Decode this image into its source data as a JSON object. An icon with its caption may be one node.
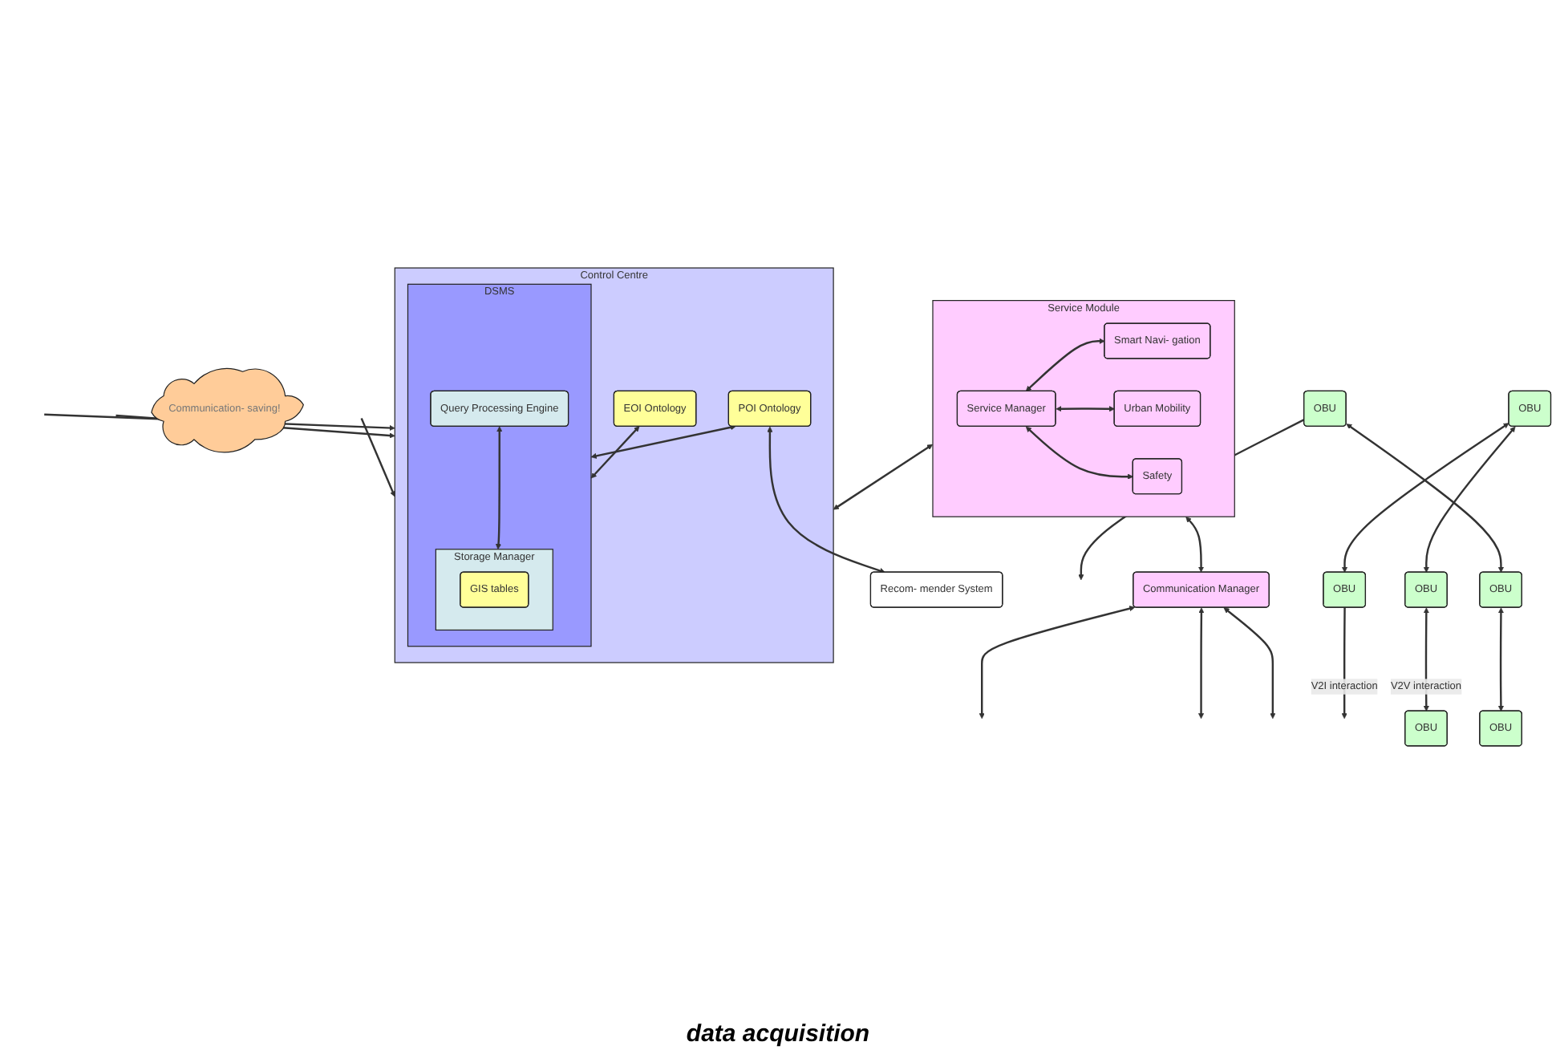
{
  "diagram": {
    "nodes": [
      {
        "text": [
          "Service Module"
        ]
      },
      {
        "text": [
          "Service Manager"
        ],
        "in": 0
      },
      {
        "text": [
          "Smart Navi- gation"
        ],
        "in": 0
      },
      {
        "text": [
          "Urban Mobility"
        ],
        "in": 0
      },
      {
        "text": [
          "Safety"
        ],
        "in": 0
      },
      {
        "text": [
          "Communication Manager"
        ]
      },
      {
        "text": [
          "Control Centre"
        ]
      },
      {
        "text": [
          "EOI Ontology"
        ],
        "in": 6
      },
      {
        "text": [
          "POI Ontology"
        ],
        "in": 6
      },
      {
        "text": [
          "DSMS"
        ],
        "in": 6
      },
      {
        "text": [
          "Query Processing Engine"
        ],
        "in": 9
      },
      {
        "text": [
          "Storage Manager"
        ],
        "in": 9
      },
      {
        "text": [
          "GIS tables"
        ],
        "in": 11
      },
      {
        "text": [
          "Recom- mender System"
        ]
      },
      {
        "text": [
          "Communication- saving!"
        ]
      },
      {
        "text": [
          "OBU"
        ]
      },
      {
        "text": [
          "OBU"
        ]
      },
      {
        "text": [
          "OBU"
        ]
      },
      {
        "text": [
          "OBU"
        ]
      },
      {
        "text": [
          "OBU"
        ]
      },
      {
        "text": [
          "OBU"
        ]
      },
      {
        "text": [
          "OBU"
        ]
      }
    ],
    "edges": [
      {
        "from": 1,
        "to": 2,
        "arrow": "both"
      },
      {
        "from": 1,
        "to": 3,
        "arrow": "both"
      },
      {
        "from": 1,
        "to": 4,
        "arrow": "both"
      },
      {
        "from": 0,
        "to": 5,
        "arrow": "both"
      },
      {
        "from": 0,
        "to": 6,
        "arrow": "both"
      },
      {
        "from": 8,
        "to": 13,
        "arrow": "both"
      },
      {
        "from": 7,
        "to": 9,
        "arrow": "both"
      },
      {
        "from": 8,
        "to": 9,
        "arrow": "both"
      },
      {
        "from": 10,
        "to": 11,
        "arrow": "both"
      },
      {
        "from": 5,
        "to": null,
        "arrow": "both"
      },
      {
        "from": 5,
        "to": null,
        "arrow": "both"
      },
      {
        "from": 5,
        "to": null,
        "arrow": "both"
      },
      {
        "from": null,
        "to": 6,
        "arrow": "to"
      },
      {
        "from": null,
        "to": 6,
        "arrow": "to"
      },
      {
        "from": null,
        "to": 6,
        "arrow": "to"
      },
      {
        "from": 16,
        "to": null,
        "arrow": "to",
        "label": "V2I interaction"
      },
      {
        "from": 19,
        "to": null,
        "arrow": "to"
      },
      {
        "from": 15,
        "to": 16,
        "arrow": "both"
      },
      {
        "from": 15,
        "to": 18,
        "arrow": "both"
      },
      {
        "from": 18,
        "to": 17,
        "arrow": "both",
        "label": "V2V interaction"
      },
      {
        "from": 19,
        "to": 20,
        "arrow": "both"
      },
      {
        "from": 20,
        "to": 21,
        "arrow": "both"
      }
    ],
    "labels": [
      "data acquisition"
    ]
  }
}
